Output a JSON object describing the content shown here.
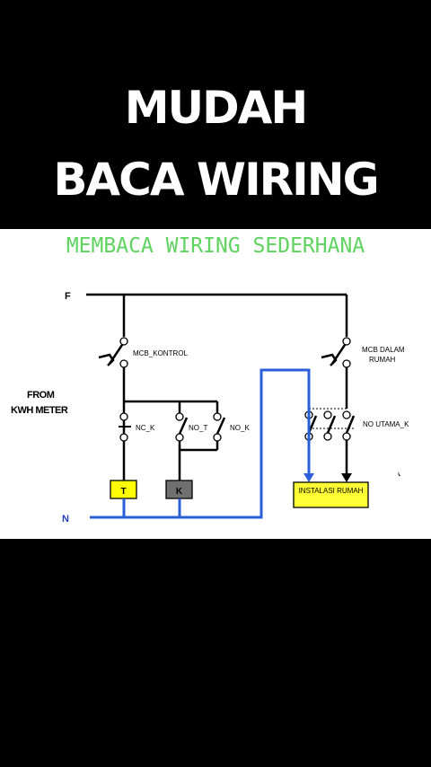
{
  "title": {
    "line1": "MUDAH",
    "line2": "BACA WIRING"
  },
  "subtitle": "MEMBACA WIRING SEDERHANA",
  "diagram": {
    "phase_label": "F",
    "neutral_label": "N",
    "source_label_1": "FROM",
    "source_label_2": "KWH METER",
    "mcb_control_label": "MCB_KONTROL",
    "mcb_house_label_1": "MCB DALAM",
    "mcb_house_label_2": "RUMAH",
    "contact_nc_k": "NC_K",
    "contact_no_t": "NO_T",
    "contact_no_k": "NO_K",
    "contact_no_utama": "NO UTAMA_K",
    "timer_label": "T",
    "contactor_label": "K",
    "load_label": "INSTALASI RUMAH",
    "colors": {
      "wire": "#000000",
      "neutral_wire": "#2b5fd9",
      "timer_fill": "#ffff00",
      "contactor_fill": "#707070",
      "load_fill": "#ffff33",
      "label_blue": "#1f3fbf"
    }
  }
}
